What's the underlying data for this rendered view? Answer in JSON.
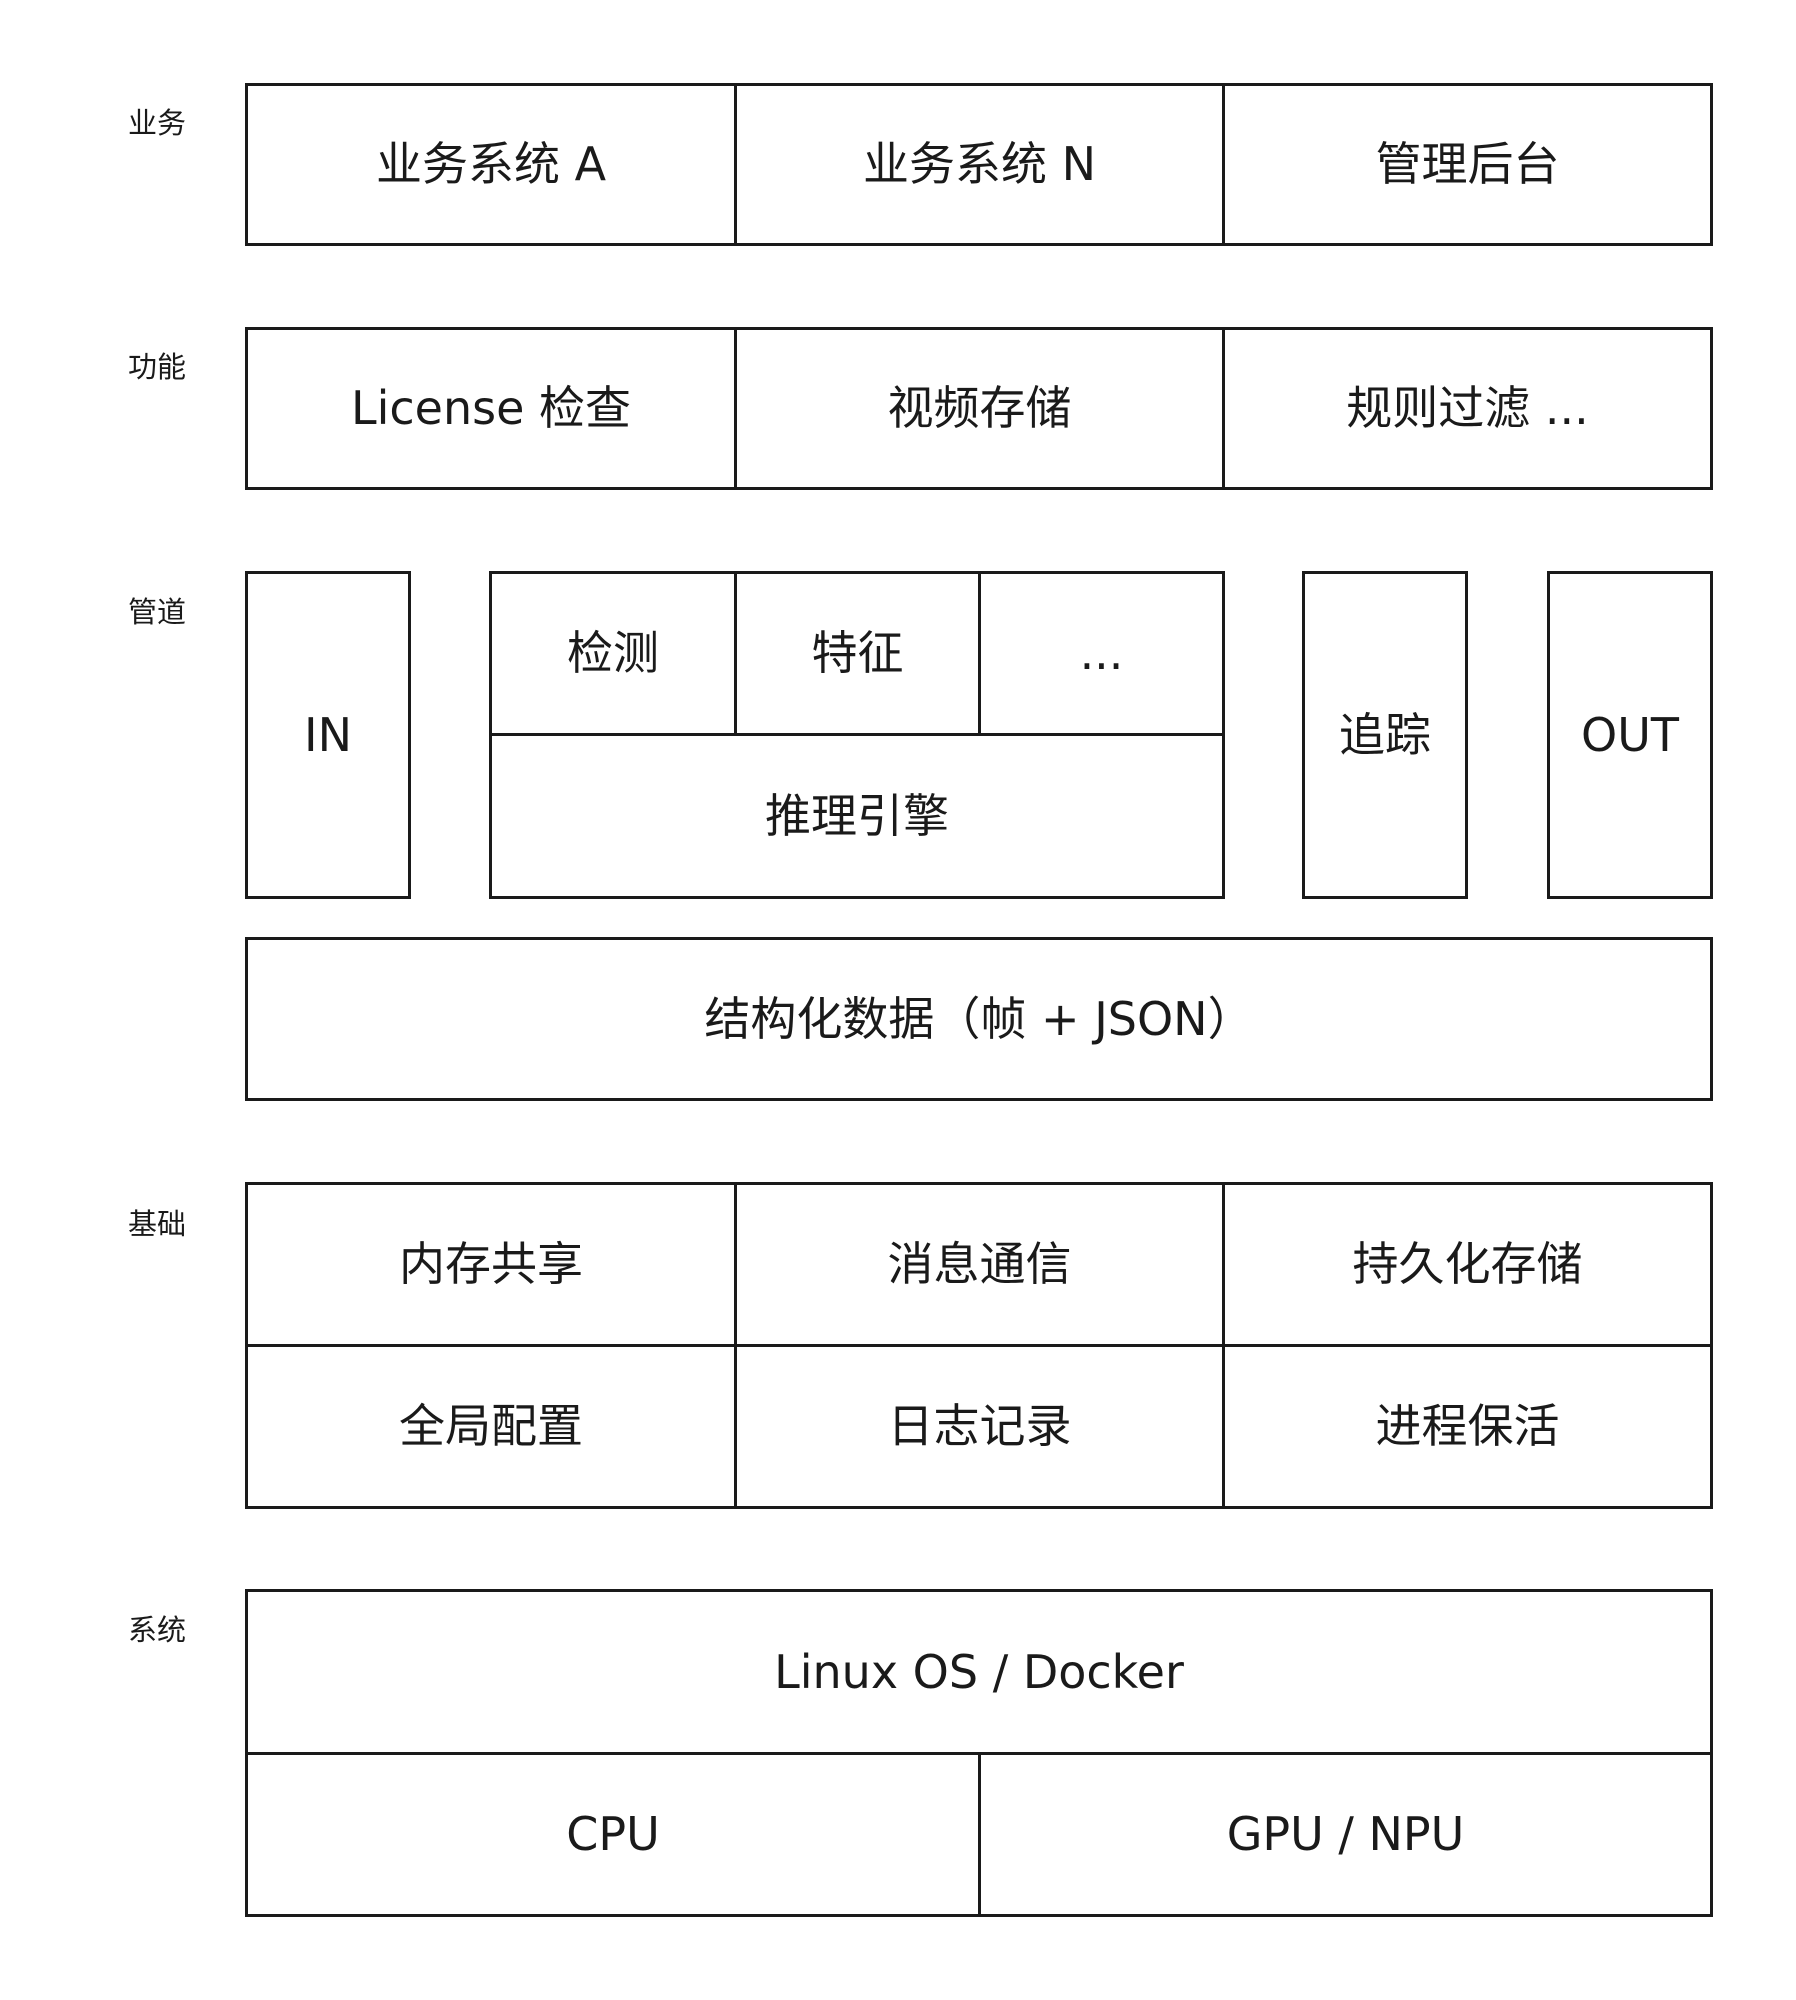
{
  "layers": {
    "business": {
      "label": "业务",
      "cells": [
        "业务系统 A",
        "业务系统 N",
        "管理后台"
      ]
    },
    "function": {
      "label": "功能",
      "cells": [
        "License 检查",
        "视频存储",
        "规则过滤 ..."
      ]
    },
    "pipeline": {
      "label": "管道",
      "in": "IN",
      "models": [
        "检测",
        "特征",
        "..."
      ],
      "engine": "推理引擎",
      "tracking": "追踪",
      "out": "OUT",
      "structured_data": "结构化数据（帧 + JSON）"
    },
    "foundation": {
      "label": "基础",
      "row1": [
        "内存共享",
        "消息通信",
        "持久化存储"
      ],
      "row2": [
        "全局配置",
        "日志记录",
        "进程保活"
      ]
    },
    "system": {
      "label": "系统",
      "os": "Linux OS / Docker",
      "hardware": [
        "CPU",
        "GPU / NPU"
      ]
    }
  }
}
